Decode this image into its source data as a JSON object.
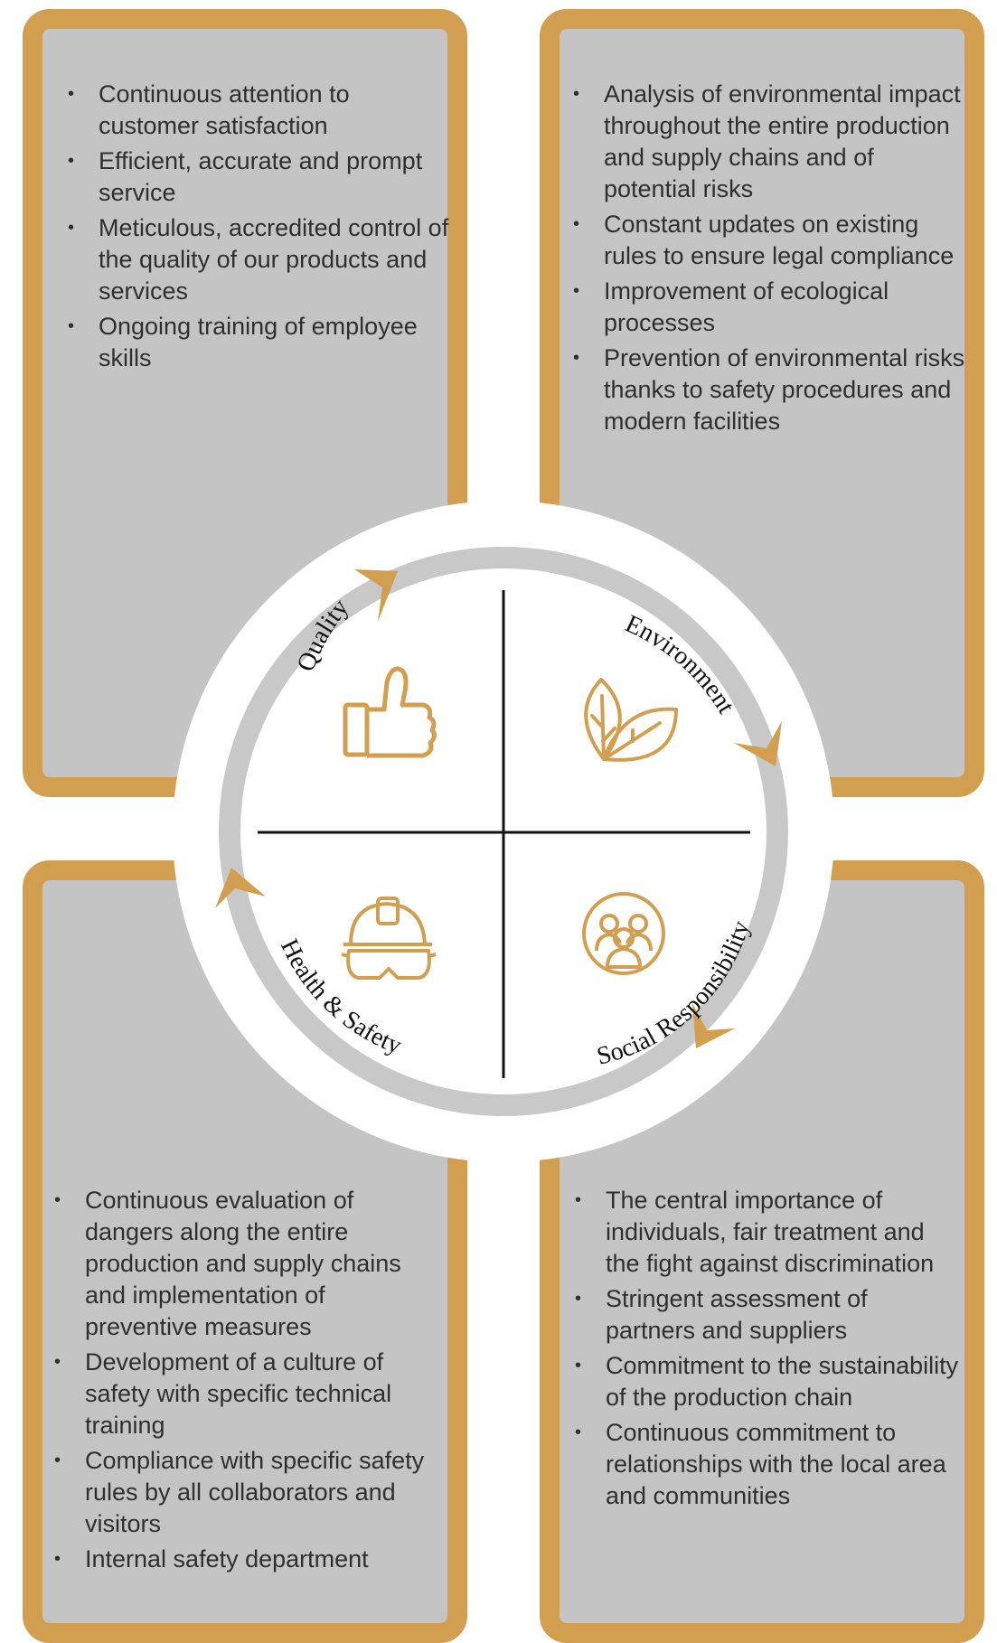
{
  "colors": {
    "accent": "#d19f4f",
    "panel": "#c4c4c4",
    "ring": "#c8c8c8",
    "text": "#2f2f2f"
  },
  "labels": {
    "quality": "Quality",
    "environment": "Environment",
    "health_safety": "Health & Safety",
    "social_responsibility": "Social Responsibility"
  },
  "icons": {
    "quality": "thumbs-up-icon",
    "environment": "leaves-icon",
    "health_safety": "hard-hat-goggles-icon",
    "social_responsibility": "group-of-people-icon"
  },
  "quality": {
    "items": [
      "Continuous attention to customer satisfaction",
      "Efficient, accurate and prompt service",
      "Meticulous, accredited control of the quality of our products and services",
      "Ongoing training of employee skills"
    ]
  },
  "environment": {
    "items": [
      "Analysis of environmental impact throughout the entire production and supply chains and of potential risks",
      "Constant updates on existing rules to ensure legal compliance",
      "Improvement of ecological processes",
      "Prevention of environmental risks thanks to safety procedures and modern facilities"
    ]
  },
  "health_safety": {
    "items": [
      "Continuous evaluation of dangers along the entire production and supply chains and implementation of preventive measures",
      "Development of a culture of safety with specific technical training",
      "Compliance with specific safety rules by all collaborators and visitors",
      "Internal safety department"
    ]
  },
  "social_responsibility": {
    "items": [
      "The central importance of individuals, fair treatment and the fight against discrimination",
      "Stringent assessment of partners and suppliers",
      "Commitment to the sustainability of the production chain",
      "Continuous commitment to relationships with the local area and communities"
    ]
  }
}
